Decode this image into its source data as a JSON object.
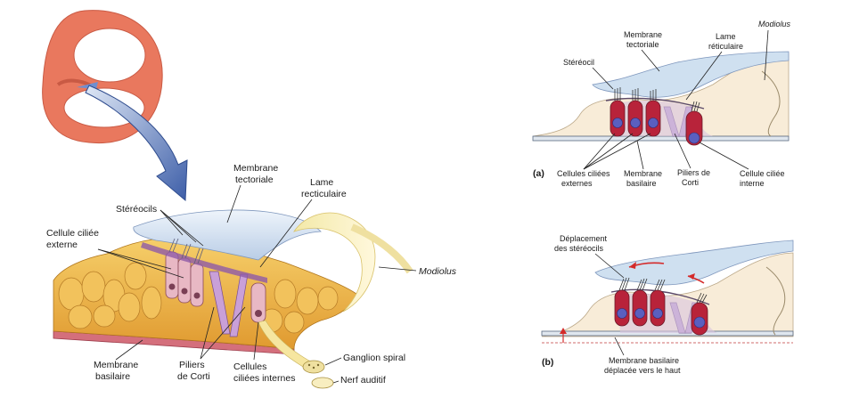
{
  "left_labels": {
    "stereocils": "Stéréocils",
    "membrane_tectoriale_1": "Membrane",
    "membrane_tectoriale_2": "tectoriale",
    "lame_1": "Lame",
    "lame_2": "recticulaire",
    "cellule_externe_1": "Cellule ciliée",
    "cellule_externe_2": "externe",
    "modiolus": "Modiolus",
    "membrane_basilaire_1": "Membrane",
    "membrane_basilaire_2": "basilaire",
    "piliers_1": "Piliers",
    "piliers_2": "de Corti",
    "cellules_internes_1": "Cellules",
    "cellules_internes_2": "ciliées internes",
    "ganglion": "Ganglion spiral",
    "nerf": "Nerf auditif"
  },
  "panel_a": {
    "tag": "(a)",
    "modiolus": "Modiolus",
    "membrane_tectoriale_1": "Membrane",
    "membrane_tectoriale_2": "tectoriale",
    "lame_1": "Lame",
    "lame_2": "réticulaire",
    "stereocil": "Stéréocil",
    "cellules_externes_1": "Cellules ciliées",
    "cellules_externes_2": "externes",
    "membrane_basilaire_1": "Membrane",
    "membrane_basilaire_2": "basilaire",
    "piliers_1": "Piliers de",
    "piliers_2": "Corti",
    "cellule_interne_1": "Cellule ciliée",
    "cellule_interne_2": "interne"
  },
  "panel_b": {
    "tag": "(b)",
    "deplacement_1": "Déplacement",
    "deplacement_2": "des stéréocils",
    "membrane_1": "Membrane basilaire",
    "membrane_2": "déplacée vers le haut"
  },
  "colors": {
    "cochlea": "#e8735a",
    "arrow": "#4e6fb0",
    "tissue": "#f0b64a",
    "hair_cell": "#b8233a",
    "nucleus": "#5a5fbf",
    "tectorial": "#cfe0f0",
    "support": "#f8ecd8"
  }
}
